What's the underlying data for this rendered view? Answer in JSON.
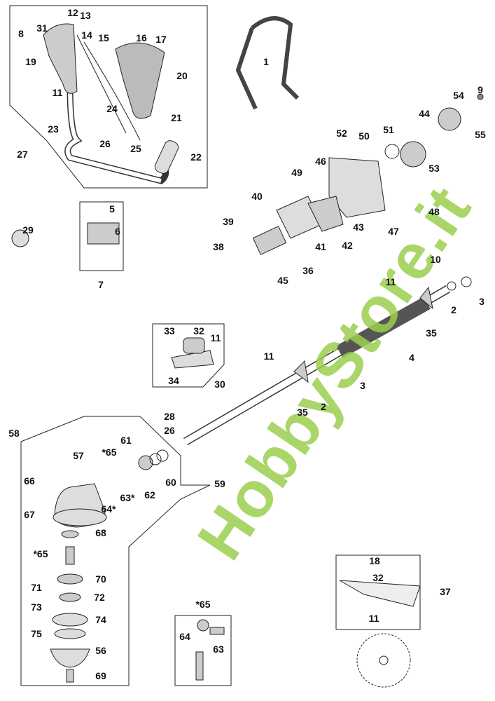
{
  "diagram": {
    "watermark": "HobbyStore.it",
    "labels": [
      "12",
      "13",
      "8",
      "31",
      "14",
      "15",
      "16",
      "17",
      "19",
      "20",
      "11",
      "24",
      "21",
      "23",
      "26",
      "25",
      "27",
      "22",
      "1",
      "9",
      "54",
      "44",
      "55",
      "52",
      "50",
      "51",
      "46",
      "49",
      "53",
      "40",
      "48",
      "47",
      "39",
      "43",
      "41",
      "42",
      "38",
      "36",
      "45",
      "29",
      "5",
      "6",
      "7",
      "11",
      "10",
      "3",
      "2",
      "35",
      "33",
      "32",
      "11",
      "34",
      "30",
      "11",
      "4",
      "3",
      "35",
      "2",
      "28",
      "26",
      "58",
      "61",
      "*65",
      "57",
      "60",
      "59",
      "66",
      "62",
      "63*",
      "64*",
      "67",
      "68",
      "*65",
      "70",
      "71",
      "72",
      "73",
      "74",
      "75",
      "56",
      "69",
      "18",
      "32",
      "37",
      "11",
      "*65",
      "64",
      "63"
    ]
  }
}
